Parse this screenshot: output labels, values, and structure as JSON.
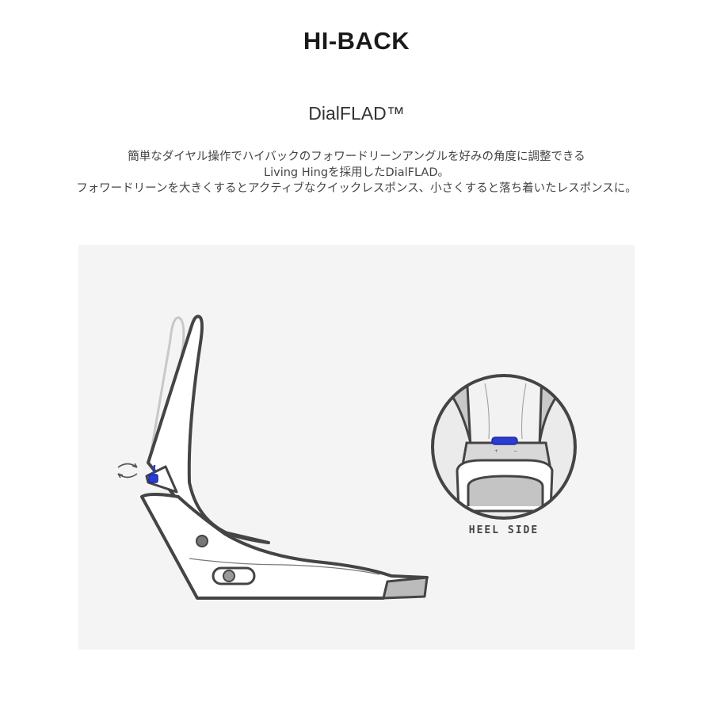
{
  "header": {
    "title": "HI-BACK",
    "subtitle": "DialFLAD™"
  },
  "description": {
    "lines": [
      "簡単なダイヤル操作でハイバックのフォワードリーンアングルを好みの角度に調整できる",
      "Living Hingを採用したDialFLAD。",
      "フォワードリーンを大きくするとアクティブなクイックレスポンス、小さくすると落ち着いたレスポンスに。"
    ]
  },
  "illustration": {
    "detail_label": "HEEL SIDE",
    "dial_marks": [
      "+",
      "−"
    ],
    "colors": {
      "panel": "#f4f4f4",
      "outline": "#444444",
      "dial_accent": "#2233cc",
      "ghost_highback": "#c8c8c8",
      "toe_ramp": "#bbbbbb"
    },
    "icons": [
      "rotate-arrows-icon",
      "dial-icon"
    ]
  }
}
